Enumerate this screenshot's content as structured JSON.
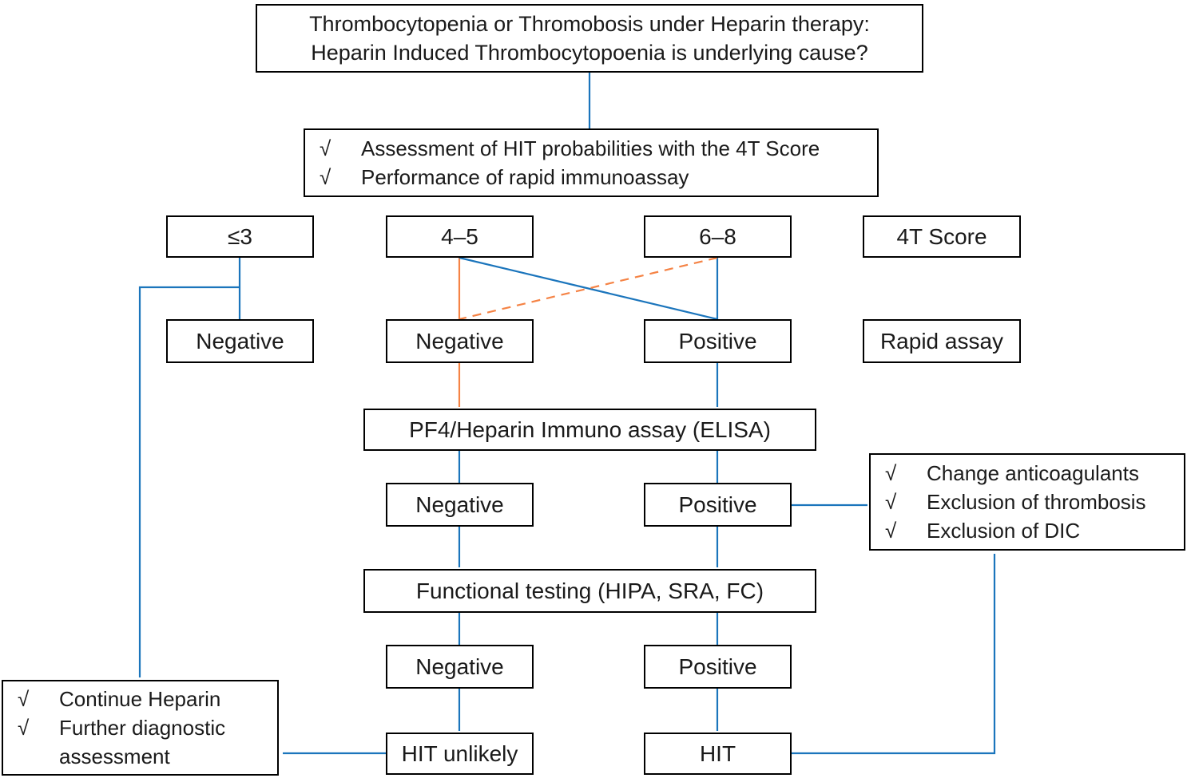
{
  "colors": {
    "line_blue": "#1b75bc",
    "line_orange": "#f58345",
    "box_border": "#000000",
    "background": "#ffffff",
    "text": "#1a1a1a"
  },
  "bullet": "√",
  "nodes": {
    "start": {
      "line1": "Thrombocytopenia or Thromobosis under Heparin therapy:",
      "line2": "Heparin Induced Thrombocytopoenia is underlying cause?"
    },
    "assessment": {
      "items": [
        "Assessment of HIT probabilities with the 4T Score",
        "Performance of rapid immunoassay"
      ]
    },
    "t4_low": "≤3",
    "t4_mid": "4–5",
    "t4_high": "6–8",
    "t4_label": "4T Score",
    "rapid_neg_left": "Negative",
    "rapid_neg_mid": "Negative",
    "rapid_pos": "Positive",
    "rapid_label": "Rapid assay",
    "elisa": "PF4/Heparin Immuno assay (ELISA)",
    "elisa_neg": "Negative",
    "elisa_pos": "Positive",
    "management": {
      "items": [
        "Change anticoagulants",
        "Exclusion of thrombosis",
        "Exclusion of DIC"
      ]
    },
    "functional": "Functional testing (HIPA, SRA, FC)",
    "functional_neg": "Negative",
    "functional_pos": "Positive",
    "hit_unlikely": "HIT unlikely",
    "hit": "HIT",
    "low_score_outcome": {
      "items": [
        "Continue Heparin",
        "Further diagnostic assessment"
      ]
    }
  }
}
